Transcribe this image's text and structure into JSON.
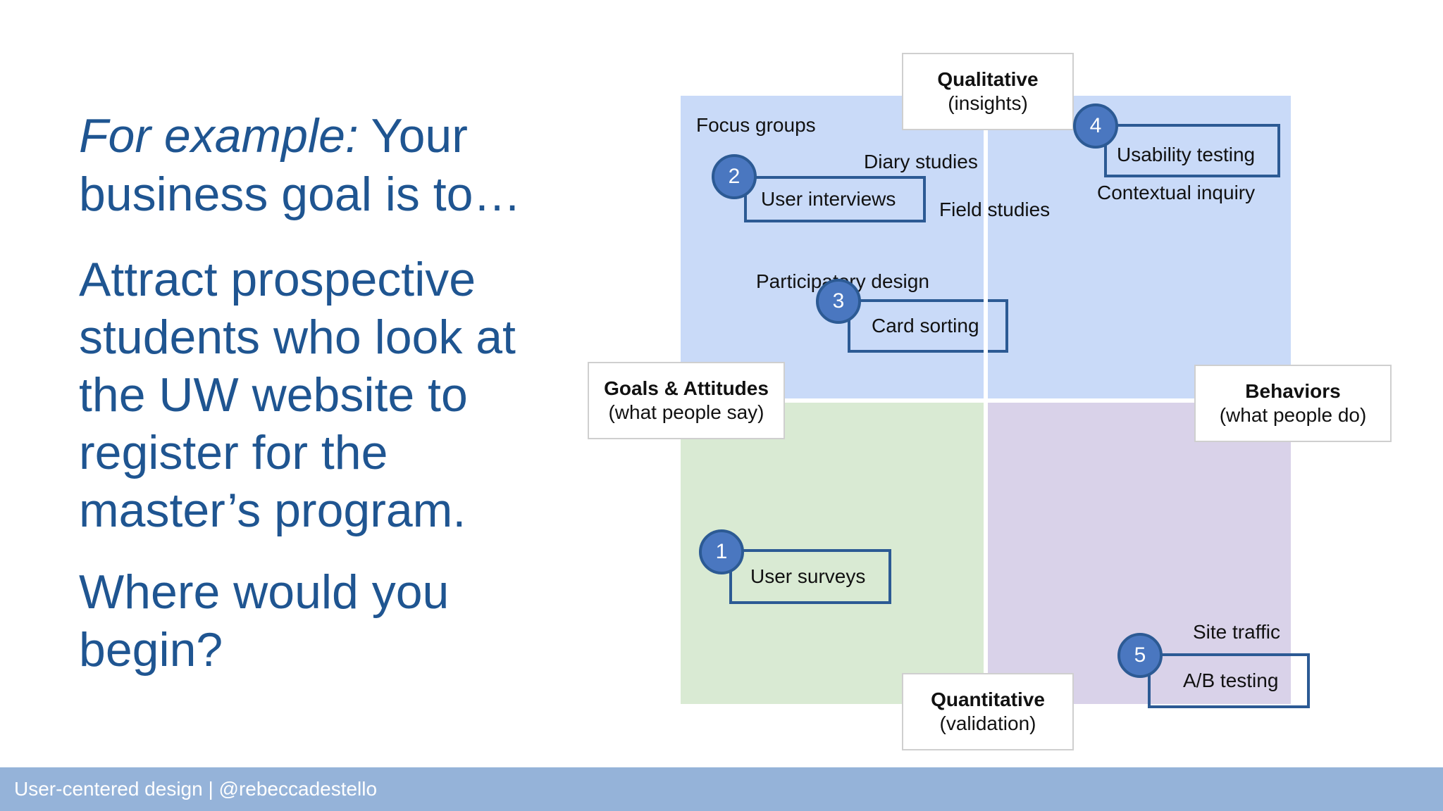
{
  "left": {
    "heading_italic": "For example:",
    "heading_rest": " Your business goal is to…",
    "goal": "Attract prospective students who look at the UW website to register for the master’s program.",
    "question": "Where would you begin?"
  },
  "axes": {
    "top_title": "Qualitative",
    "top_sub": "(insights)",
    "bottom_title": "Quantitative",
    "bottom_sub": "(validation)",
    "left_title": "Goals & Attitudes",
    "left_sub": "(what people say)",
    "right_title": "Behaviors",
    "right_sub": "(what people do)"
  },
  "methods": {
    "focus_groups": "Focus groups",
    "diary_studies": "Diary studies",
    "field_studies": "Field studies",
    "participatory_design": "Participatory design",
    "contextual_inquiry": "Contextual inquiry",
    "site_traffic": "Site traffic"
  },
  "highlights": [
    {
      "number": "1",
      "label": "User surveys"
    },
    {
      "number": "2",
      "label": "User interviews"
    },
    {
      "number": "3",
      "label": "Card sorting"
    },
    {
      "number": "4",
      "label": "Usability testing"
    },
    {
      "number": "5",
      "label": "A/B testing"
    }
  ],
  "footer": "User-centered design | @rebeccadestello",
  "colors": {
    "text_blue": "#1f5591",
    "qualitative_quadrants": "#c9daf8",
    "attitudes_quantitative": "#d9ead3",
    "behaviors_quantitative": "#d9d2e9",
    "box_border": "#2c5a94",
    "circle_fill": "#4a77c0",
    "footer_bar": "#95b3d9"
  }
}
